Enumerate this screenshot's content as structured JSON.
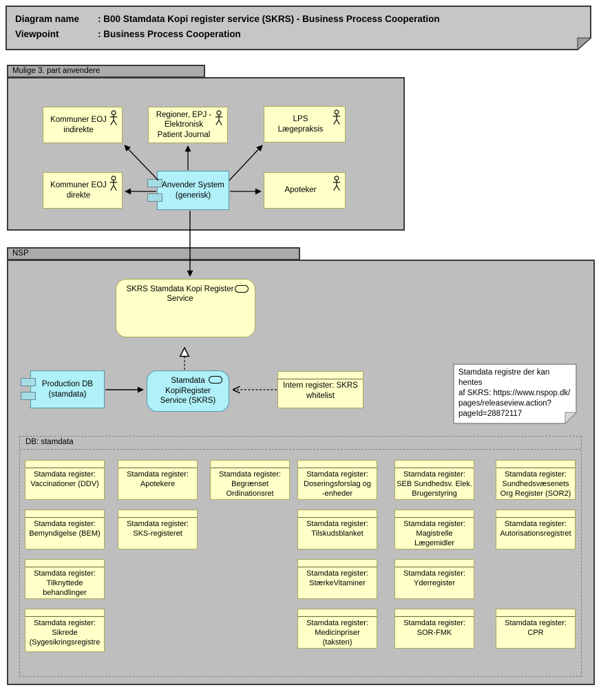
{
  "title": {
    "rows": [
      {
        "label": "Diagram name",
        "value": ": B00 Stamdata Kopi register service (SKRS) - Business Process Cooperation"
      },
      {
        "label": "Viewpoint",
        "value": ": Business Process Cooperation"
      }
    ]
  },
  "groups": {
    "mulige": {
      "label": "Mulige 3. part anvendere"
    },
    "nsp": {
      "label": "NSP"
    },
    "db": {
      "label": "DB: stamdata"
    }
  },
  "actors": {
    "kommuner_eoj_indirekte": {
      "label": "Kommuner EOJ\nindirekte"
    },
    "regioner_epj": {
      "label": "Regioner, EPJ -\nElektronisk\nPatient Journal"
    },
    "lps_laegepraksis": {
      "label": "LPS\nLægepraksis"
    },
    "kommuner_eoj_direkte": {
      "label": "Kommuner EOJ\ndirekte"
    },
    "apoteker": {
      "label": "Apoteker"
    }
  },
  "applications": {
    "anvender_system": {
      "label": "Anvender System\n(generisk)"
    },
    "production_db": {
      "label": "Production DB\n(stamdata)"
    },
    "kopiregister_service": {
      "label": "Stamdata\nKopiRegister\nService (SKRS)"
    }
  },
  "services": {
    "skrs_service": {
      "label": "SKRS Stamdata Kopi Register\nService"
    }
  },
  "objects": {
    "intern_register": {
      "label": "Intern register: SKRS\nwhitelist"
    }
  },
  "note": {
    "text": "Stamdata registre der kan hentes\naf SKRS: https://www.nspop.dk/\npages/releaseview.action?\npageId=28872117"
  },
  "registers": [
    {
      "label": "Stamdata register:\nVaccinationer (DDV)"
    },
    {
      "label": "Stamdata register:\nApotekere"
    },
    {
      "label": "Stamdata register:\nBegrænset\nOrdinationsret"
    },
    {
      "label": "Stamdata register:\nDoseringsforslag og\n-enheder"
    },
    {
      "label": "Stamdata register:\nSEB Sundhedsv. Elek.\nBrugerstyring"
    },
    {
      "label": "Stamdata register:\nSundhedsvæsenets\nOrg Register (SOR2)"
    },
    {
      "label": "Stamdata register:\nBemyndigelse (BEM)"
    },
    {
      "label": "Stamdata register:\nSKS-registeret"
    },
    {
      "label": "Stamdata register:\nTilskudsblanket"
    },
    {
      "label": "Stamdata register:\nMagistrelle\nLægemidler"
    },
    {
      "label": "Stamdata register:\nAutorisationsregistret"
    },
    {
      "label": "Stamdata register:\nTilknyttede\nbehandlinger"
    },
    {
      "label": "Stamdata register:\nStærkeVitaminer"
    },
    {
      "label": "Stamdata register:\nYderregister"
    },
    {
      "label": "Stamdata register:\nSikrede\n(Sygesikringsregistre"
    },
    {
      "label": "Stamdata register:\nMedicinpriser\n(taksten)"
    },
    {
      "label": "Stamdata register:\nSOR-FMK"
    },
    {
      "label": "Stamdata register:\nCPR"
    }
  ],
  "colors": {
    "group_tab": "#ababab",
    "group_body": "#bebebe",
    "node_yellow": "#ffffc8",
    "node_yellow_border": "#a9a95c",
    "node_cyan": "#b0f0f8",
    "node_cyan_border": "#4f97a5",
    "title_fill": "#c6c6c6"
  }
}
